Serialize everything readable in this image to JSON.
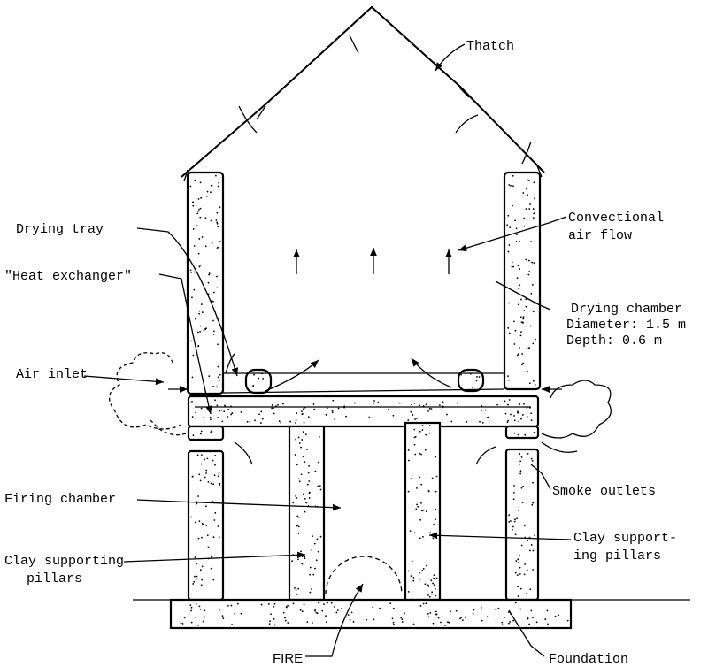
{
  "labels": {
    "thatch": "Thatch",
    "drying_tray": "Drying tray",
    "convectional_1": "Convectional",
    "convectional_2": "air flow",
    "heat_exchanger": "\"Heat exchanger\"",
    "drying_chamber": "Drying chamber",
    "diameter": "Diameter: 1.5 m",
    "depth": "Depth: 0.6 m",
    "air_inlet": "Air inlet",
    "firing_chamber": "Firing chamber",
    "smoke_outlets": "Smoke outlets",
    "clay_right_1": "Clay support-",
    "clay_right_2": "ing pillars",
    "clay_left_1": "Clay supporting",
    "clay_left_2": "pillars",
    "fire": "FIRE",
    "foundation": "Foundation"
  }
}
